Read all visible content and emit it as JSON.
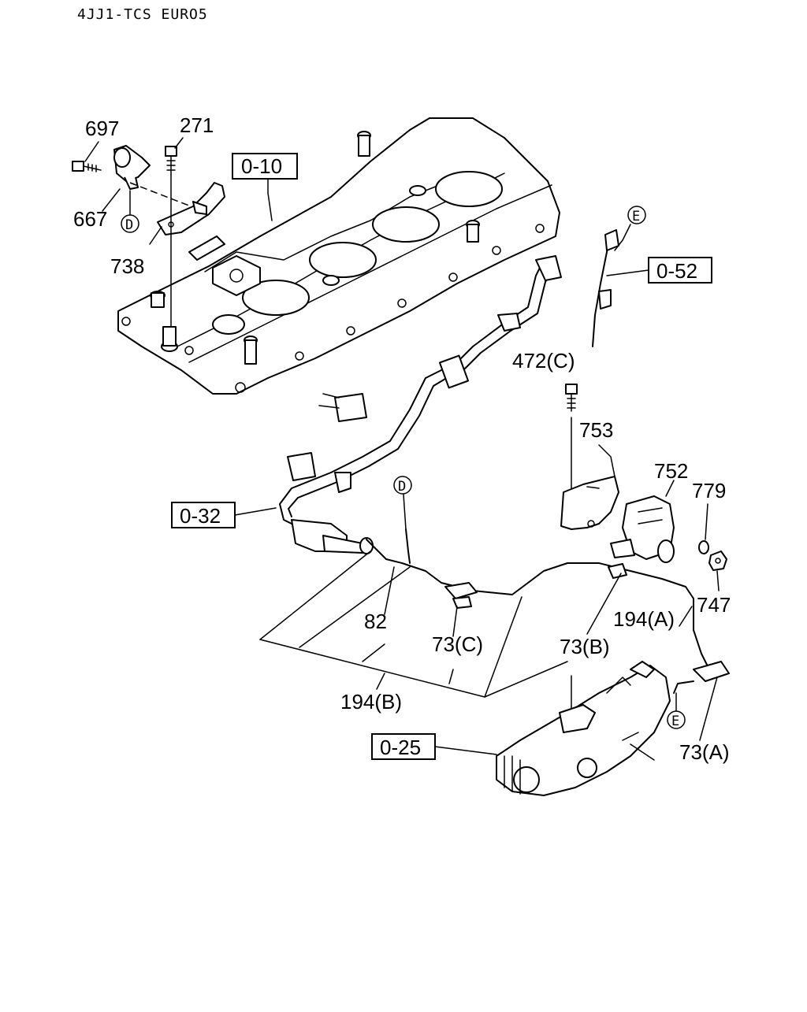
{
  "header": {
    "title": "4JJ1-TCS EURO5"
  },
  "refs": {
    "r010": "0-10",
    "r052": "0-52",
    "r032": "0-32",
    "r025": "0-25"
  },
  "markers": {
    "d_top": "D",
    "d_mid": "D",
    "e_top": "E",
    "e_bottom": "E"
  },
  "labels": {
    "p697": "697",
    "p271": "271",
    "p667": "667",
    "p738": "738",
    "p472c": "472(C)",
    "p753": "753",
    "p752": "752",
    "p779": "779",
    "p747": "747",
    "p194a": "194(A)",
    "p82": "82",
    "p73c": "73(C)",
    "p73b": "73(B)",
    "p194b": "194(B)",
    "p73a": "73(A)"
  }
}
